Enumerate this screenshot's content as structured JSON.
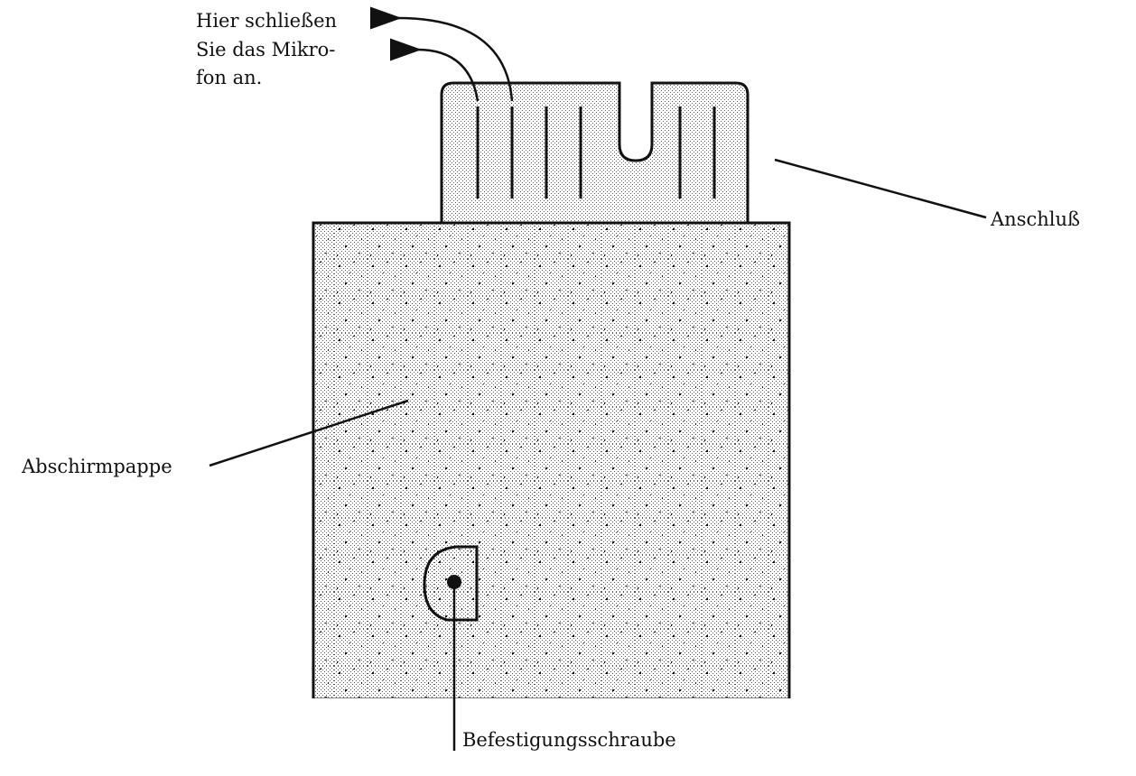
{
  "labels": {
    "instruction_line1": "Hier schließen",
    "instruction_line2": "Sie das Mikro-",
    "instruction_line3": "fon an.",
    "connector": "Anschluß",
    "shield_board": "Abschirmpappe",
    "mounting_screw": "Befestigungsschraube"
  },
  "colors": {
    "ink": "#111111",
    "paper": "#ffffff",
    "board_fill": "#cfcfcf",
    "connector_fill": "#dedede"
  }
}
